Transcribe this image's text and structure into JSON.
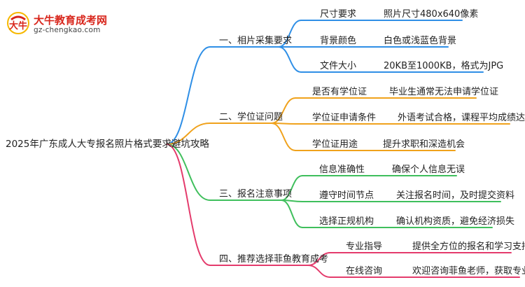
{
  "colors": {
    "branch1": "#2f8fe6",
    "branch2": "#f0a21c",
    "branch3": "#3fbf5c",
    "branch4": "#e43b6c",
    "logo_red": "#d8261c",
    "logo_yellow": "#f6b800"
  },
  "logo": {
    "title": "大牛教育成考网",
    "url": "gz-chengkao.com"
  },
  "root": "2025年广东成人大专报名照片格式要求避坑攻略",
  "branches": [
    {
      "title": "一、相片采集要求",
      "children": [
        {
          "label": "尺寸要求",
          "value": "照片尺寸480x640像素"
        },
        {
          "label": "背景颜色",
          "value": "白色或浅蓝色背景"
        },
        {
          "label": "文件大小",
          "value": "20KB至1000KB，格式为JPG"
        }
      ]
    },
    {
      "title": "二、学位证问题",
      "children": [
        {
          "label": "是否有学位证",
          "value": "毕业生通常无法申请学位证"
        },
        {
          "label": "学位证申请条件",
          "value": "外语考试合格，课程平均成绩达标"
        },
        {
          "label": "学位证用途",
          "value": "提升求职和深造机会"
        }
      ]
    },
    {
      "title": "三、报名注意事项",
      "children": [
        {
          "label": "信息准确性",
          "value": "确保个人信息无误"
        },
        {
          "label": "遵守时间节点",
          "value": "关注报名时间，及时提交资料"
        },
        {
          "label": "选择正规机构",
          "value": "确认机构资质，避免经济损失"
        }
      ]
    },
    {
      "title": "四、推荐选择菲鱼教育成考",
      "children": [
        {
          "label": "专业指导",
          "value": "提供全方位的报名和学习支持"
        },
        {
          "label": "在线咨询",
          "value": "欢迎咨询菲鱼老师，获取专业建议"
        }
      ]
    }
  ]
}
